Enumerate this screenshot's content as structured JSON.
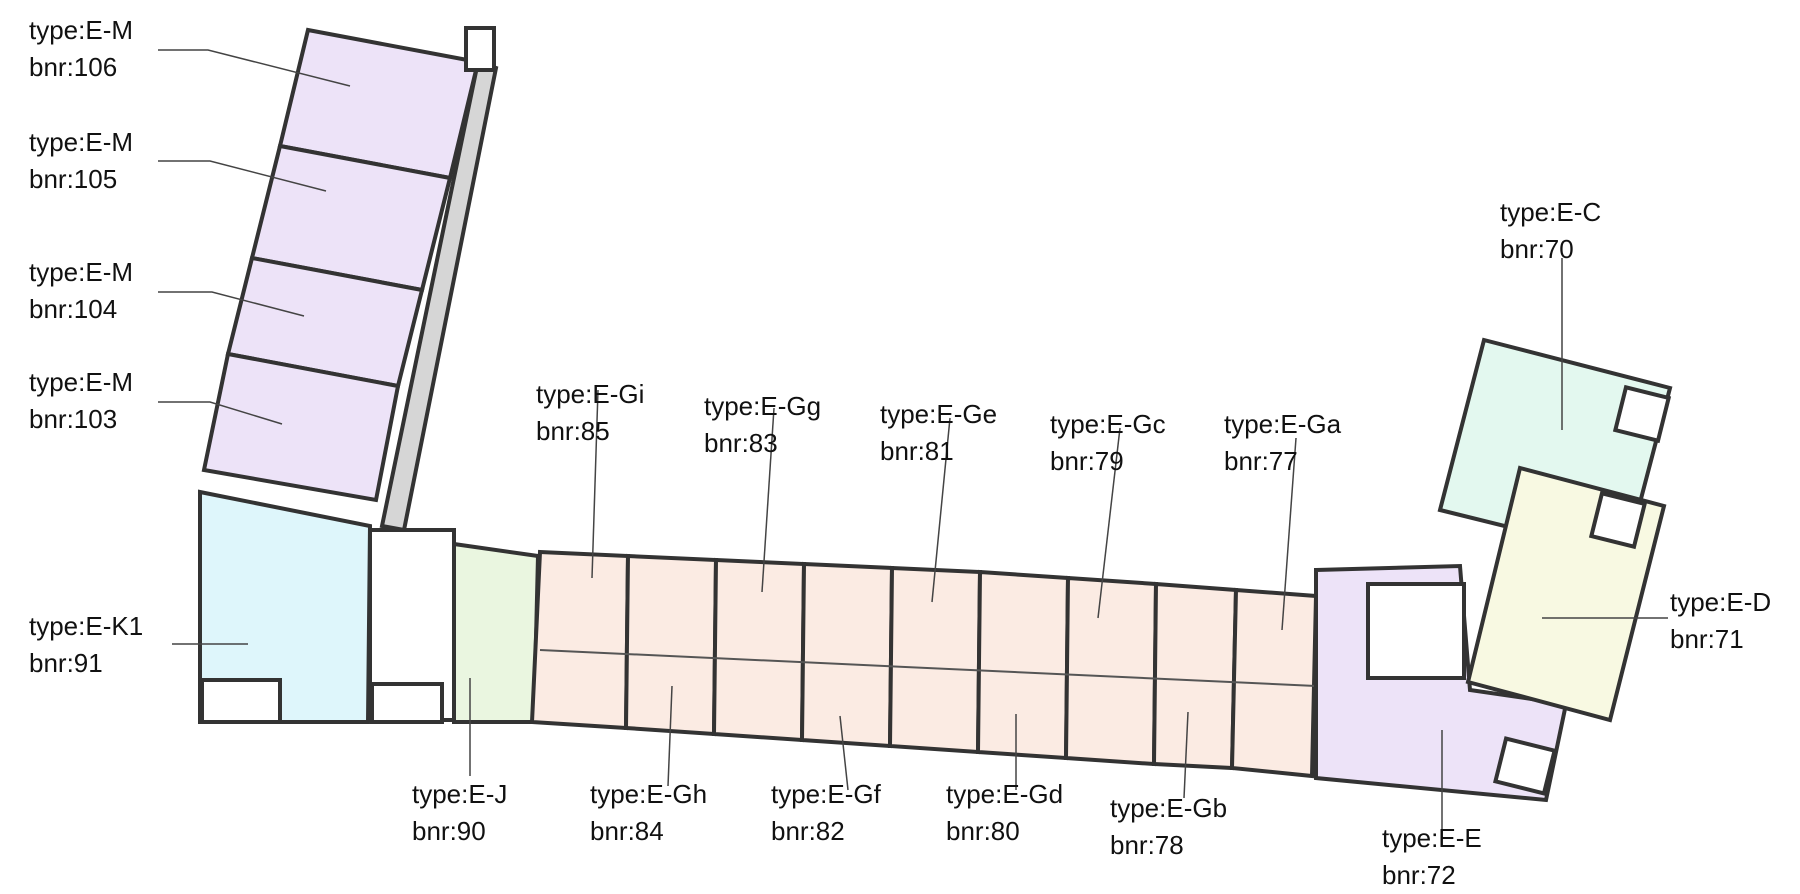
{
  "units": [
    {
      "id": "m106",
      "type": "type:E-M",
      "bnr": "bnr:106",
      "color": "#ede3f8"
    },
    {
      "id": "m105",
      "type": "type:E-M",
      "bnr": "bnr:105",
      "color": "#ede3f8"
    },
    {
      "id": "m104",
      "type": "type:E-M",
      "bnr": "bnr:104",
      "color": "#ede3f8"
    },
    {
      "id": "m103",
      "type": "type:E-M",
      "bnr": "bnr:103",
      "color": "#ede3f8"
    },
    {
      "id": "k91",
      "type": "type:E-K1",
      "bnr": "bnr:91",
      "color": "#def6fb"
    },
    {
      "id": "j90",
      "type": "type:E-J",
      "bnr": "bnr:90",
      "color": "#eaf6e0"
    },
    {
      "id": "gi85",
      "type": "type:E-Gi",
      "bnr": "bnr:85",
      "color": "#fbebe3"
    },
    {
      "id": "gh84",
      "type": "type:E-Gh",
      "bnr": "bnr:84",
      "color": "#fbebe3"
    },
    {
      "id": "gg83",
      "type": "type:E-Gg",
      "bnr": "bnr:83",
      "color": "#fbebe3"
    },
    {
      "id": "gf82",
      "type": "type:E-Gf",
      "bnr": "bnr:82",
      "color": "#fbebe3"
    },
    {
      "id": "ge81",
      "type": "type:E-Ge",
      "bnr": "bnr:81",
      "color": "#fbebe3"
    },
    {
      "id": "gd80",
      "type": "type:E-Gd",
      "bnr": "bnr:80",
      "color": "#fbebe3"
    },
    {
      "id": "gc79",
      "type": "type:E-Gc",
      "bnr": "bnr:79",
      "color": "#fbebe3"
    },
    {
      "id": "gb78",
      "type": "type:E-Gb",
      "bnr": "bnr:78",
      "color": "#fbebe3"
    },
    {
      "id": "ga77",
      "type": "type:E-Ga",
      "bnr": "bnr:77",
      "color": "#fbebe3"
    },
    {
      "id": "e72",
      "type": "type:E-E",
      "bnr": "bnr:72",
      "color": "#ede3f8"
    },
    {
      "id": "d71",
      "type": "type:E-D",
      "bnr": "bnr:71",
      "color": "#f8f9e2"
    },
    {
      "id": "c70",
      "type": "type:E-C",
      "bnr": "bnr:70",
      "color": "#e3f8ef"
    }
  ]
}
